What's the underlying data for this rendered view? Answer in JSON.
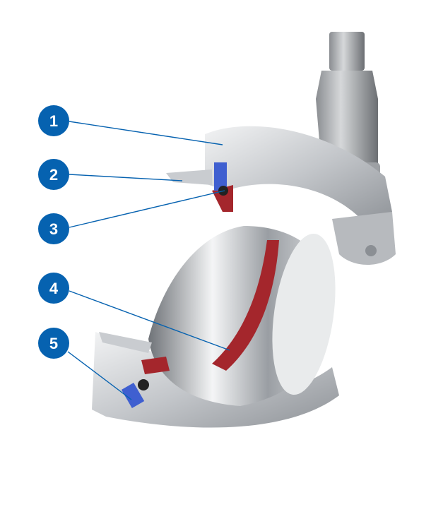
{
  "colors": {
    "callout": "#0662b0",
    "steel_light": "#e4e6e8",
    "steel_mid": "#b9bcc0",
    "steel_dark": "#7d8186",
    "gasket": "#a4262c",
    "seal": "#3f5fd0"
  },
  "callouts": [
    {
      "label": "1"
    },
    {
      "label": "2"
    },
    {
      "label": "3"
    },
    {
      "label": "4"
    },
    {
      "label": "5"
    }
  ]
}
